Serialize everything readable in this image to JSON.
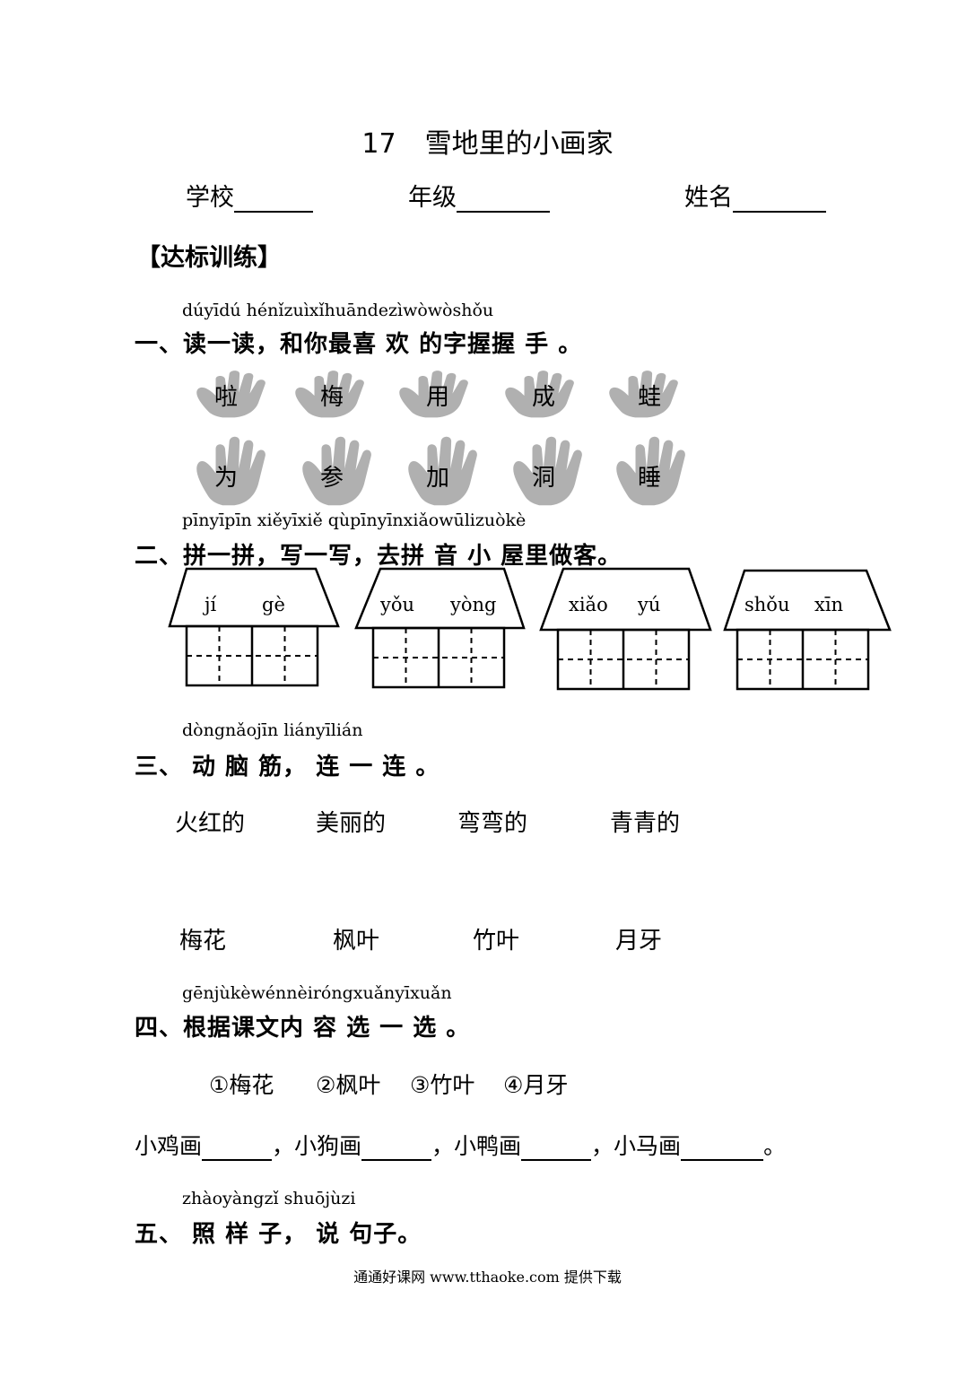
{
  "title": {
    "number": "17",
    "text": "雪地里的小画家"
  },
  "header_fields": [
    {
      "label": "学校"
    },
    {
      "label": "年级"
    },
    {
      "label": "姓名"
    }
  ],
  "section_label": "【达标训练】",
  "q1": {
    "pinyin": "dúyīdú   hénǐzuìxǐhuāndezìwòwòshǒu",
    "text": "一、读一读，和你最喜 欢 的字握握 手 。",
    "row1": [
      "啦",
      "梅",
      "用",
      "成",
      "蛙"
    ],
    "row2": [
      "为",
      "参",
      "加",
      "洞",
      "睡"
    ]
  },
  "q2": {
    "pinyin": "pīnyīpīn  xiěyīxiě  qùpīnyīnxiǎowūlizuòkè",
    "text": "二、拼一拼，写一写，去拼 音 小 屋里做客。",
    "houses": [
      {
        "a": "jí",
        "b": "gè"
      },
      {
        "a": "yǒu",
        "b": "yòng"
      },
      {
        "a": "xiǎo",
        "b": "yú"
      },
      {
        "a": "shǒu",
        "b": "xīn"
      }
    ]
  },
  "q3": {
    "pinyin": "dòngnǎojīn  liányīlián",
    "text": "三、 动 脑 筋， 连 一 连 。",
    "top": [
      "火红的",
      "美丽的",
      "弯弯的",
      "青青的"
    ],
    "bottom": [
      "梅花",
      "枫叶",
      "竹叶",
      "月牙"
    ]
  },
  "q4": {
    "pinyin": "gēnjùkèwénnèiróngxuǎnyīxuǎn",
    "text": "四、根据课文内 容  选 一 选 。",
    "options": [
      "①梅花",
      "②枫叶",
      "③竹叶",
      "④月牙"
    ],
    "fill": [
      "小鸡画",
      "，小狗画",
      "，小鸭画",
      "，小马画",
      "。"
    ]
  },
  "q5": {
    "pinyin": "zhàoyàngzǐ  shuōjùzi",
    "text": "五、 照  样 子， 说 句子。"
  },
  "footer": "通通好课网  www.tthaoke.com  提供下载"
}
